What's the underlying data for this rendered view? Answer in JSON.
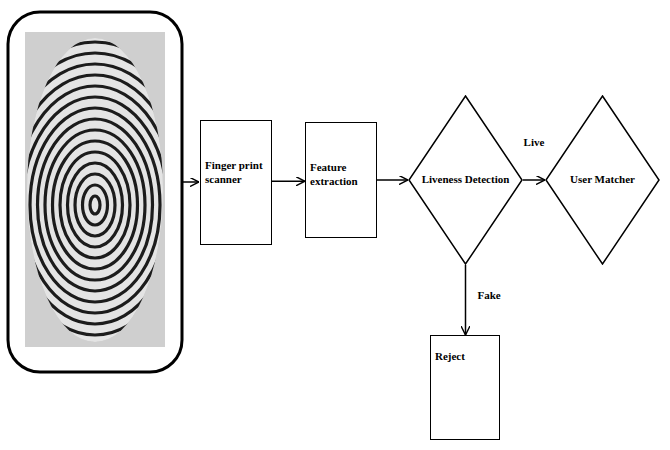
{
  "diagram": {
    "nodes": [
      {
        "text": [
          "Finger print scanner"
        ]
      },
      {
        "text": [
          "Feature extraction"
        ]
      },
      {
        "text": [
          "Liveness Detection"
        ]
      },
      {
        "text": [
          "User Matcher"
        ]
      },
      {
        "text": [
          "Reject"
        ]
      }
    ],
    "edges": [
      {
        "from": 0,
        "to": 1,
        "arrow": "to"
      },
      {
        "from": 1,
        "to": 2,
        "arrow": "to"
      },
      {
        "from": 2,
        "to": 3,
        "arrow": "to",
        "label": "Live"
      },
      {
        "from": 2,
        "to": 4,
        "arrow": "to",
        "label": "Fake"
      }
    ]
  }
}
